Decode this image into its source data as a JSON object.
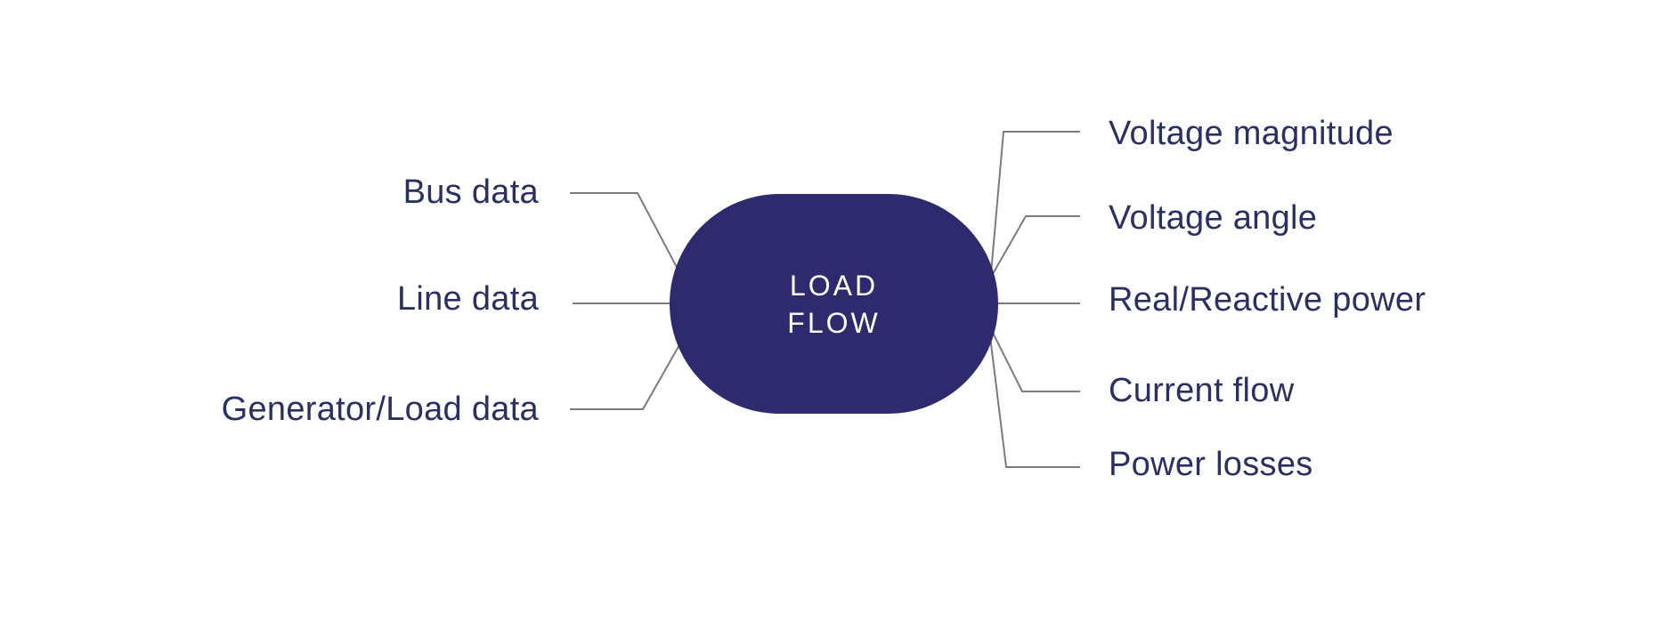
{
  "diagram": {
    "title_node": {
      "line1": "LOAD",
      "line2": "FLOW"
    },
    "inputs": [
      {
        "label": "Bus data"
      },
      {
        "label": "Line data"
      },
      {
        "label": "Generator/Load data"
      }
    ],
    "outputs": [
      {
        "label": "Voltage magnitude"
      },
      {
        "label": "Voltage angle"
      },
      {
        "label": "Real/Reactive power"
      },
      {
        "label": "Current flow"
      },
      {
        "label": "Power losses"
      }
    ],
    "colors": {
      "node_fill": "#2d2a6e",
      "label_text": "#2b3064",
      "connector": "#7b7b7b",
      "node_text": "#ffffff",
      "background": "#ffffff"
    }
  }
}
